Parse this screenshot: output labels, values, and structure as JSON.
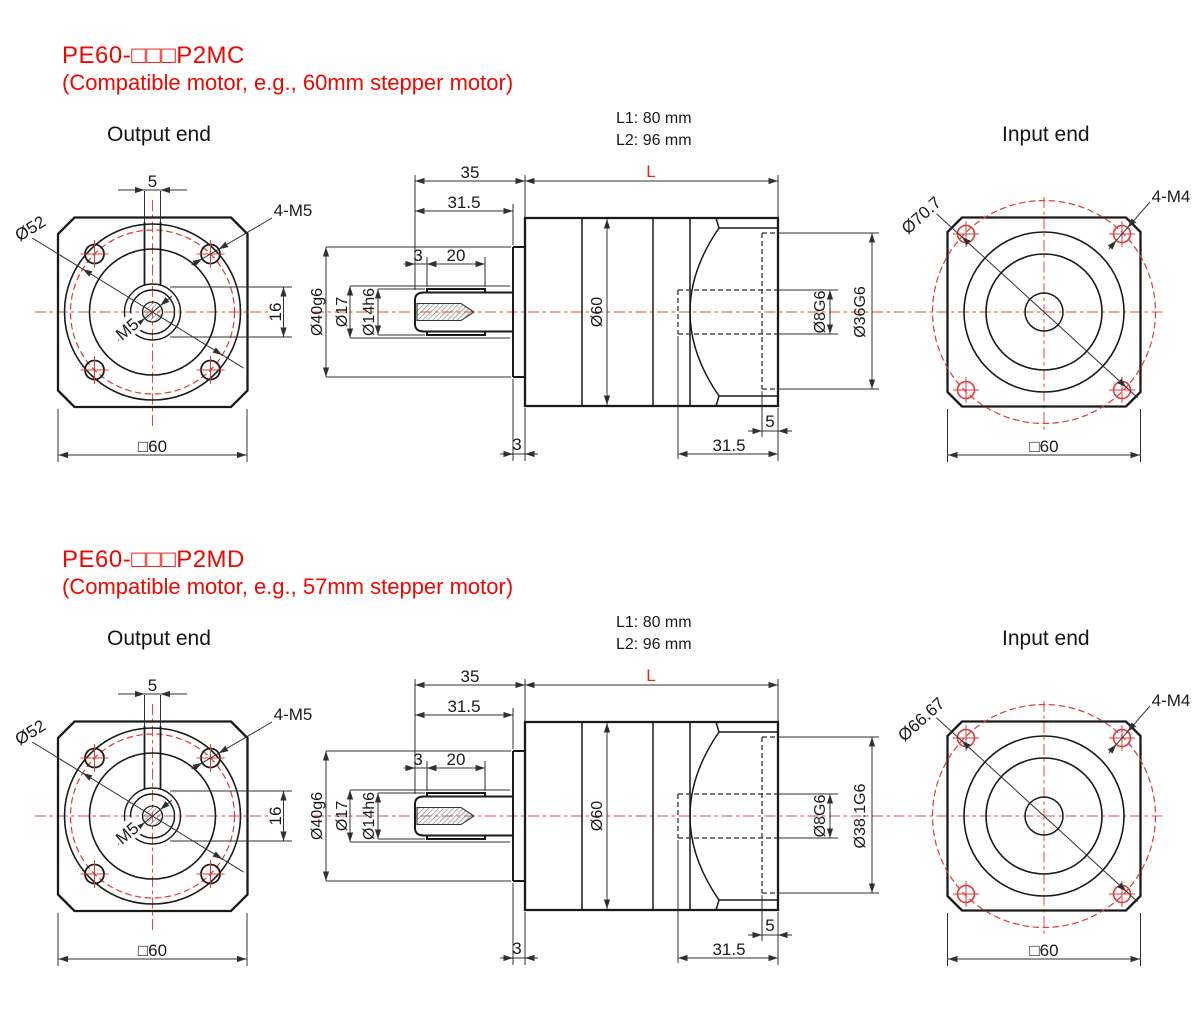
{
  "colors": {
    "outline": "#1a1a1a",
    "dim": "#303030",
    "center_red": "#ef4444",
    "bolt_red": "#dd3a3a",
    "title_red": "#ee0800",
    "dim_red": "#e3231d",
    "background": "#ffffff"
  },
  "drawings": [
    {
      "id": "pe60-p2mc",
      "model": "PE60-□□□P2MC",
      "subtitle": "(Compatible motor, e.g., 60mm stepper motor)",
      "output_view_label": "Output end",
      "input_view_label": "Input end",
      "notes": [
        "L1: 80 mm",
        "L2: 96 mm"
      ],
      "output_view": {
        "keyway_width": "5",
        "bolt_callout": "4-M5",
        "bolt_circle_dia": "Ø52",
        "center_thread": "M5",
        "key_height": "16",
        "square_size": "□60"
      },
      "section_view": {
        "front_length": "35",
        "shaft_length": "31.5",
        "key_offset": "3",
        "key_length": "20",
        "housing_length": "L",
        "pilot_dia": "Ø40g6",
        "shoulder_dia": "Ø17",
        "shaft_dia": "Ø14h6",
        "housing_dia": "Ø60",
        "input_bore_dia": "Ø8G6",
        "motor_recess_dia": "Ø36G6",
        "recess_depth": "5",
        "rear_length": "31.5",
        "flange_thickness": "3"
      },
      "input_view": {
        "bolt_circle_dia": "Ø70.7",
        "bolt_callout": "4-M4",
        "square_size": "□60"
      }
    },
    {
      "id": "pe60-p2md",
      "model": "PE60-□□□P2MD",
      "subtitle": "(Compatible motor, e.g., 57mm stepper motor)",
      "output_view_label": "Output end",
      "input_view_label": "Input end",
      "notes": [
        "L1: 80 mm",
        "L2: 96 mm"
      ],
      "output_view": {
        "keyway_width": "5",
        "bolt_callout": "4-M5",
        "bolt_circle_dia": "Ø52",
        "center_thread": "M5",
        "key_height": "16",
        "square_size": "□60"
      },
      "section_view": {
        "front_length": "35",
        "shaft_length": "31.5",
        "key_offset": "3",
        "key_length": "20",
        "housing_length": "L",
        "pilot_dia": "Ø40g6",
        "shoulder_dia": "Ø17",
        "shaft_dia": "Ø14h6",
        "housing_dia": "Ø60",
        "input_bore_dia": "Ø8G6",
        "motor_recess_dia": "Ø38.1G6",
        "recess_depth": "5",
        "rear_length": "31.5",
        "flange_thickness": "3"
      },
      "input_view": {
        "bolt_circle_dia": "Ø66.67",
        "bolt_callout": "4-M4",
        "square_size": "□60"
      }
    }
  ]
}
